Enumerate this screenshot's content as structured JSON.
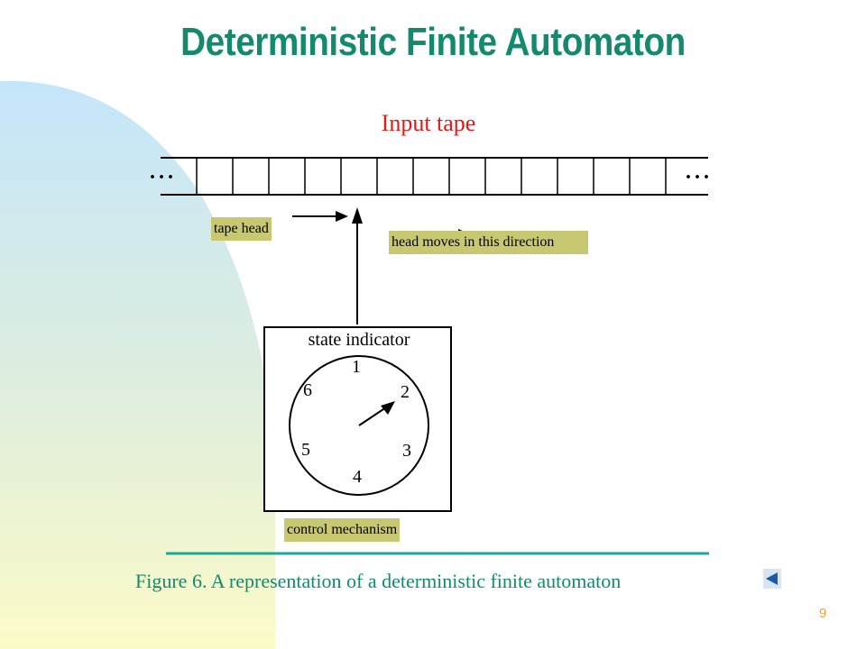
{
  "slide": {
    "title": "Deterministic Finite Automaton",
    "page_number": "9"
  },
  "diagram": {
    "tape_label": "Input tape",
    "ellipsis_left": "...",
    "ellipsis_right": "...",
    "tape_cells": 13,
    "tape_head_label": "tape head",
    "direction_label": "head moves in this direction",
    "state_indicator_label": "state indicator",
    "dial_numbers": [
      "1",
      "2",
      "3",
      "4",
      "5",
      "6"
    ],
    "control_label": "control mechanism",
    "caption": "Figure 6. A representation of a deterministic finite automaton"
  },
  "colors": {
    "title": "#138a6e",
    "tape_label": "#e31818",
    "tag_fill": "#c8c872",
    "rule": "#19a89a",
    "background_shape": "#c6e8fb",
    "page_number": "#e8a33a"
  },
  "icons": {
    "back": "triangle-left-icon"
  }
}
